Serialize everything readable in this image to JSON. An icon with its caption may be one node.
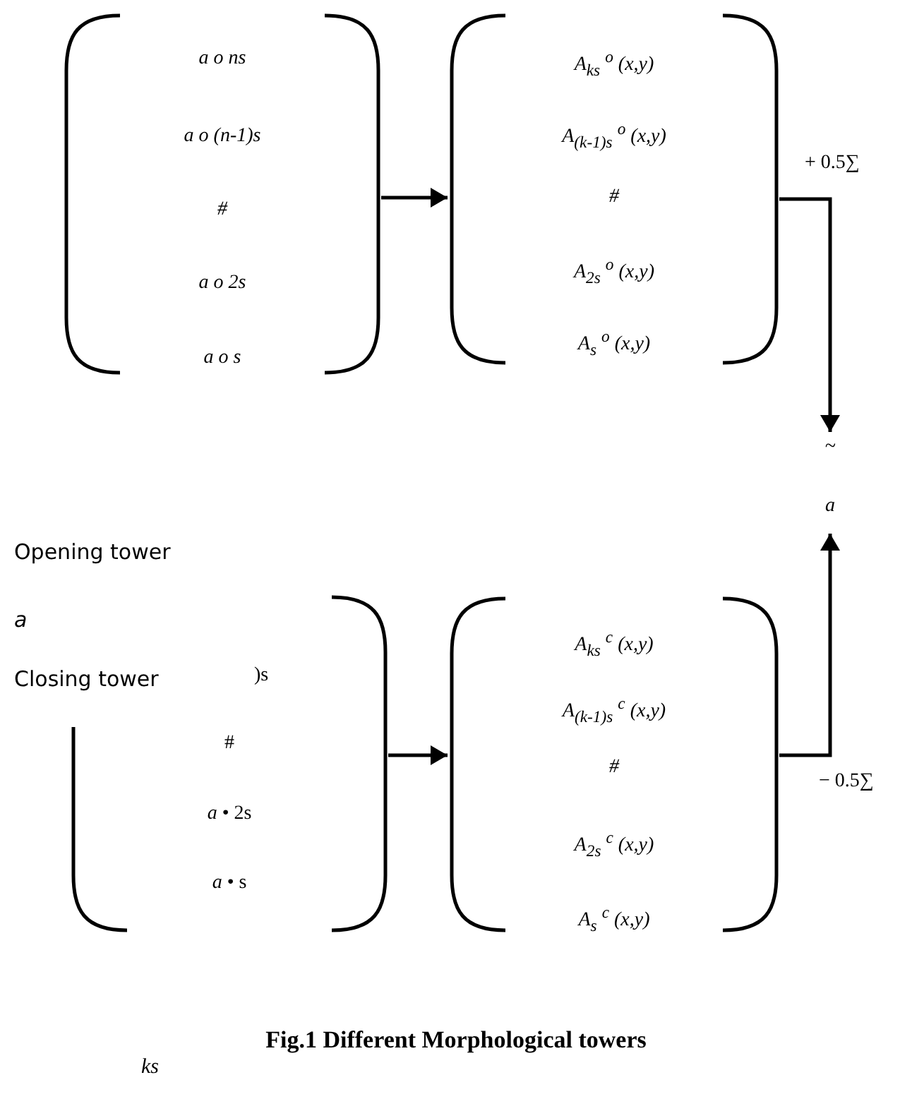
{
  "diagram": {
    "caption": "Fig.1 Different Morphological towers",
    "nodes": [
      {
        "text": [
          "a o ns",
          "a o (n-1)s",
          "#",
          "a o 2s",
          "a o s"
        ]
      },
      {
        "text": [
          "A$_{ks}$ $^{o}$ (x,y)",
          "A$_{(k-1)s}$ $^{o}$ (x,y)",
          "#",
          "A$_{2s}$ $^{o}$ (x,y)",
          "A$_{s}$ $^{o}$ (x,y)"
        ]
      },
      {
        "text": [
          ")s",
          "#",
          "*a* • 2s",
          "*a* • s"
        ]
      },
      {
        "text": [
          "A$_{ks}$ $^{c}$ (x,y)",
          "A$_{(k-1)s}$ $^{c}$ (x,y)",
          "#",
          "A$_{2s}$ $^{c}$ (x,y)",
          "A$_{s}$ $^{c}$ (x,y)"
        ]
      },
      {
        "text": [
          "~",
          "a"
        ]
      }
    ],
    "edges": [
      {
        "from": 0,
        "to": 1,
        "arrow": "to"
      },
      {
        "from": 2,
        "to": 3,
        "arrow": "to"
      },
      {
        "from": 1,
        "to": 4,
        "arrow": "to",
        "label": "+ 0.5∑"
      },
      {
        "from": 3,
        "to": 4,
        "arrow": "to",
        "label": "− 0.5∑"
      }
    ],
    "labels": [
      "Opening tower",
      "a",
      "Closing tower",
      "ks"
    ]
  }
}
